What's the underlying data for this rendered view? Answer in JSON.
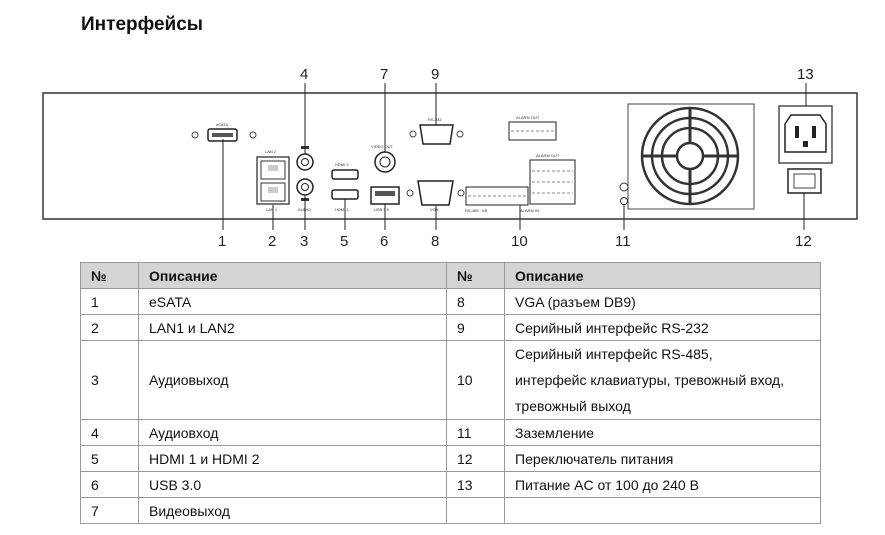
{
  "title": "Интерфейсы",
  "diagram": {
    "callouts": [
      "1",
      "2",
      "3",
      "4",
      "5",
      "6",
      "7",
      "8",
      "9",
      "10",
      "11",
      "12",
      "13"
    ],
    "port_labels": {
      "esata": "eSATA",
      "lan2": "LAN 2",
      "lan1": "LAN 1",
      "audio": "AUDIO",
      "hdmi2": "HDMI 2",
      "hdmi1": "HDMI 1",
      "video_out": "VIDEO OUT",
      "usb": "USB 3.0",
      "vga": "VGA",
      "rs232": "RS-232",
      "rs485": "RS-485",
      "kb": "KB",
      "alarm_out_top": "ALARM OUT",
      "alarm_out": "ALARM OUT",
      "alarm_in": "ALARM IN"
    }
  },
  "table": {
    "headers": [
      "№",
      "Описание",
      "№",
      "Описание"
    ],
    "rows": [
      {
        "n1": "1",
        "d1": "eSATA",
        "n2": "8",
        "d2": "VGA (разъем DB9)"
      },
      {
        "n1": "2",
        "d1": "LAN1 и LAN2",
        "n2": "9",
        "d2": "Серийный интерфейс RS-232"
      },
      {
        "n1": "3",
        "d1": "Аудиовыход",
        "n2": "10",
        "d2_lines": [
          "Серийный интерфейс RS-485,",
          "интерфейс клавиатуры, тревожный вход,",
          "тревожный выход"
        ]
      },
      {
        "n1": "4",
        "d1": "Аудиовход",
        "n2": "11",
        "d2": "Заземление"
      },
      {
        "n1": "5",
        "d1": "HDMI 1 и HDMI 2",
        "n2": "12",
        "d2": "Переключатель питания"
      },
      {
        "n1": "6",
        "d1": "USB 3.0",
        "n2": "13",
        "d2": "Питание AC от 100 до 240 В"
      },
      {
        "n1": "7",
        "d1": "Видеовыход",
        "n2": "",
        "d2": ""
      }
    ]
  }
}
